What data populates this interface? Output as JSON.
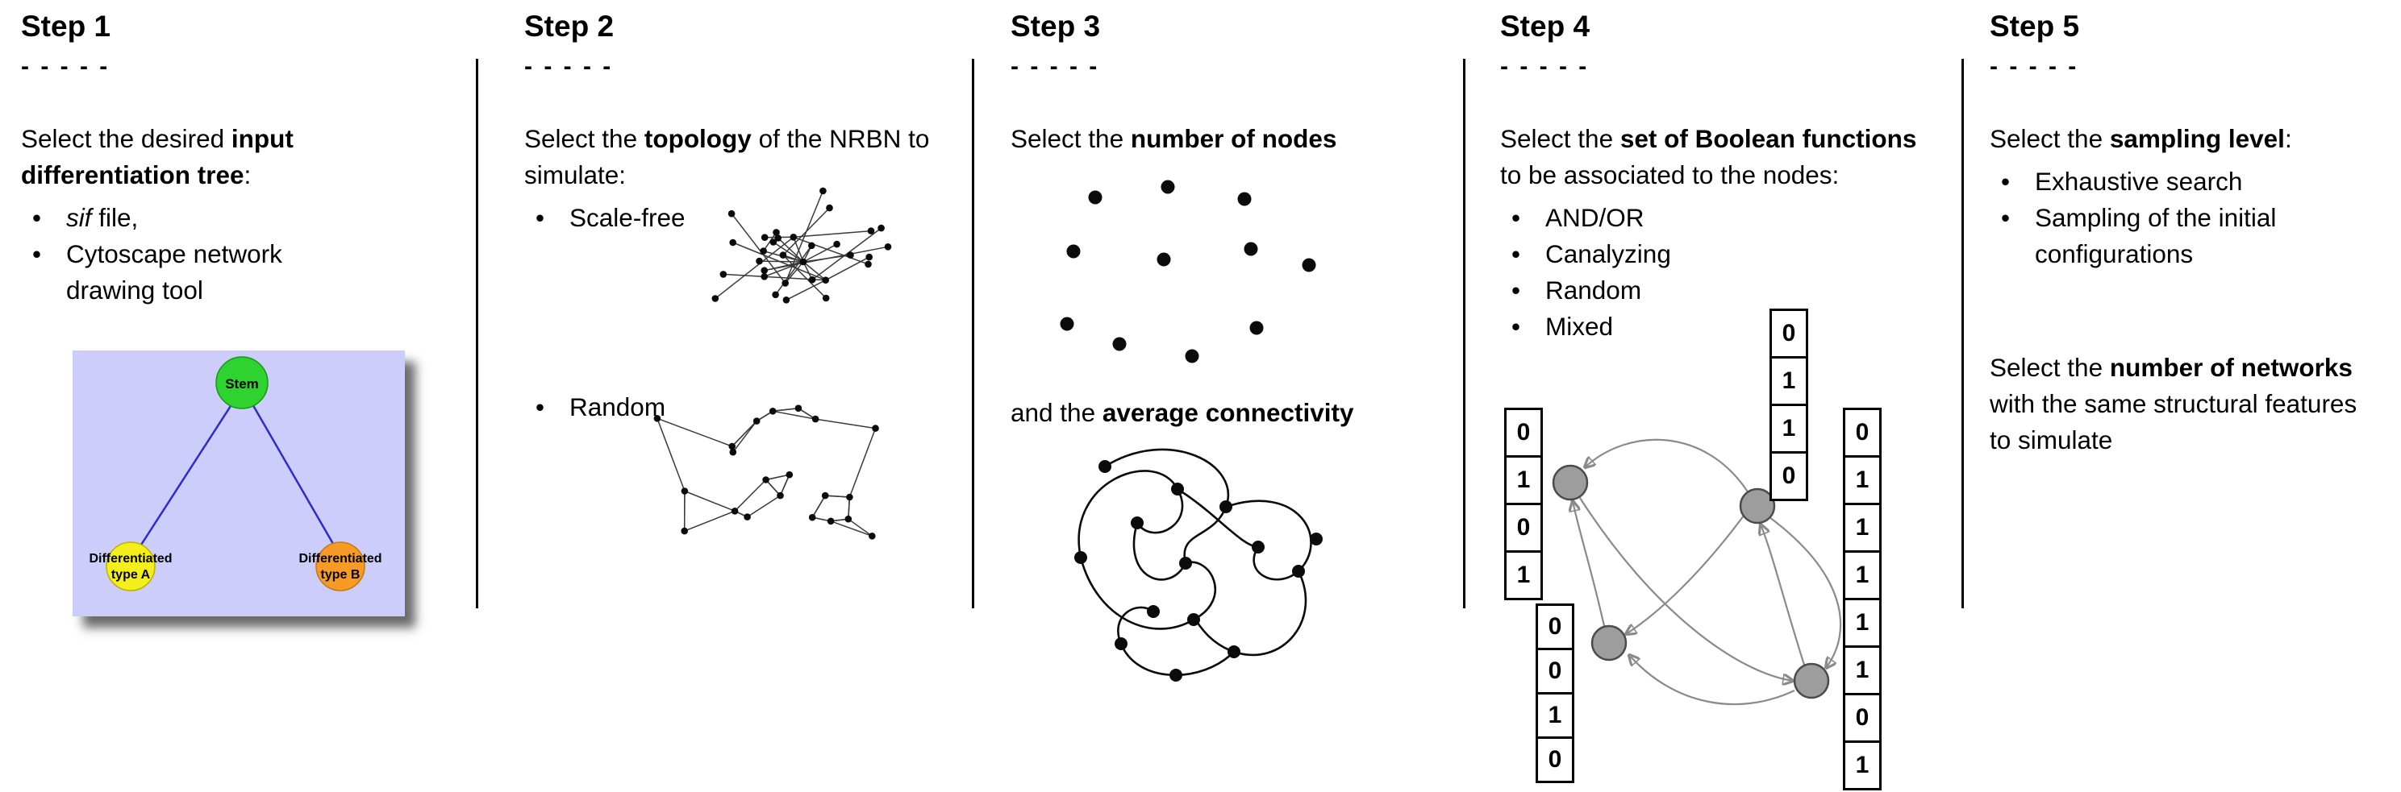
{
  "steps": {
    "s1": {
      "header": "Step 1",
      "dashes": "- - - - -",
      "intro": {
        "pre": "Select the desired ",
        "bold": "input differentiation tree",
        "post": ":"
      },
      "bullets": {
        "b1_italic": "sif",
        "b1_rest": " file,",
        "b2": "Cytoscape network drawing tool"
      },
      "tree": {
        "stem_label": "Stem",
        "type_a_line1": "Differentiated",
        "type_a_line2": "type A",
        "type_b_line1": "Differentiated",
        "type_b_line2": "type B",
        "colors": {
          "panel": "#cdcdfb",
          "stem": "#2fd32f",
          "type_a": "#f4ef1c",
          "type_b": "#f79b26",
          "edge": "#2b2bd0"
        }
      }
    },
    "s2": {
      "header": "Step 2",
      "dashes": "- - - - -",
      "intro": {
        "pre": "Select the ",
        "bold": "topology",
        "post": " of the NRBN to simulate:"
      },
      "bullets": {
        "b1": "Scale-free",
        "b2": "Random"
      }
    },
    "s3": {
      "header": "Step 3",
      "dashes": "- - - - -",
      "intro": {
        "pre": "Select the ",
        "bold": "number of nodes",
        "post": ""
      },
      "second": {
        "pre": "and the ",
        "bold": "average connectivity",
        "post": ""
      }
    },
    "s4": {
      "header": "Step 4",
      "dashes": "- - - - -",
      "intro": {
        "pre": "Select the ",
        "bold": "set of Boolean functions",
        "post": " to be associated to the nodes:"
      },
      "bullets": {
        "b1": "AND/OR",
        "b2": "Canalyzing",
        "b3": "Random",
        "b4": "Mixed"
      },
      "truth_tables": {
        "left": [
          "0",
          "1",
          "0",
          "1"
        ],
        "top": [
          "0",
          "1",
          "1",
          "0"
        ],
        "bottom_left": [
          "0",
          "0",
          "1",
          "0"
        ],
        "right": [
          "0",
          "1",
          "1",
          "1",
          "1",
          "1",
          "0",
          "1"
        ]
      }
    },
    "s5": {
      "header": "Step 5",
      "dashes": "- - - - -",
      "intro": {
        "pre": "Select the ",
        "bold": "sampling level",
        "post": ":"
      },
      "bullets": {
        "b1": "Exhaustive search",
        "b2": "Sampling of the initial configurations"
      },
      "second": {
        "pre": "Select the ",
        "bold": "number of networks",
        "post": " with the same structural features to simulate"
      }
    }
  }
}
